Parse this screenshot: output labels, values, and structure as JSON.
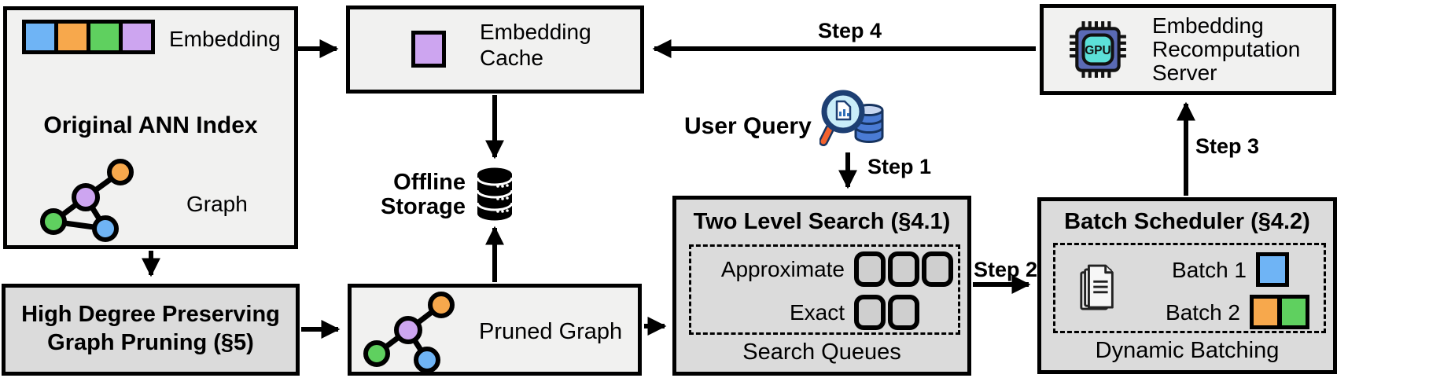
{
  "figure": {
    "boxes": {
      "original_ann_index": {
        "title": "Original ANN Index",
        "embedding_label": "Embedding",
        "graph_label": "Graph"
      },
      "embedding_cache": {
        "label_line1": "Embedding",
        "label_line2": "Cache"
      },
      "offline_storage": {
        "label_line1": "Offline",
        "label_line2": "Storage"
      },
      "high_degree_pruning": {
        "label_line1": "High Degree Preserving",
        "label_line2": "Graph Pruning (§5)"
      },
      "pruned_graph": {
        "label": "Pruned Graph"
      },
      "two_level_search": {
        "title": "Two Level Search (§4.1)",
        "queue_rows": [
          {
            "label": "Approximate",
            "queue_count": 3
          },
          {
            "label": "Exact",
            "queue_count": 2
          }
        ],
        "caption": "Search Queues"
      },
      "batch_scheduler": {
        "title": "Batch Scheduler (§4.2)",
        "rows": [
          {
            "label": "Batch 1",
            "colors": [
              "blue"
            ]
          },
          {
            "label": "Batch 2",
            "colors": [
              "orange",
              "green"
            ]
          }
        ],
        "caption": "Dynamic Batching"
      },
      "recomputation_server": {
        "label_line1": "Embedding",
        "label_line2": "Recomputation",
        "label_line3": "Server",
        "chip_text": "GPU"
      }
    },
    "annotations": {
      "user_query": "User Query",
      "step1": "Step 1",
      "step2": "Step 2",
      "step3": "Step 3",
      "step4": "Step 4"
    },
    "palette": {
      "blue": "#6FB4F5",
      "orange": "#F7A84C",
      "green": "#5FD05F",
      "purple": "#CDA5F0",
      "box_light": "#F1F1F0",
      "box_dark": "#DBDBDB",
      "queue_fill": "#CFCFCF",
      "outline": "#000000",
      "gpu_chip": "#5A6AB5",
      "gpu_core": "#5CE0D8",
      "db_blue": "#4A7BD4",
      "magnifier_ring": "#1D3F73",
      "magnifier_handle": "#F2622E"
    },
    "icons": [
      "embedding-vector-icon",
      "graph-icon",
      "pruned-graph-icon",
      "database-icon",
      "query-magnifier-icon",
      "gpu-chip-icon",
      "document-stack-icon",
      "embedding-cell-icon"
    ]
  }
}
